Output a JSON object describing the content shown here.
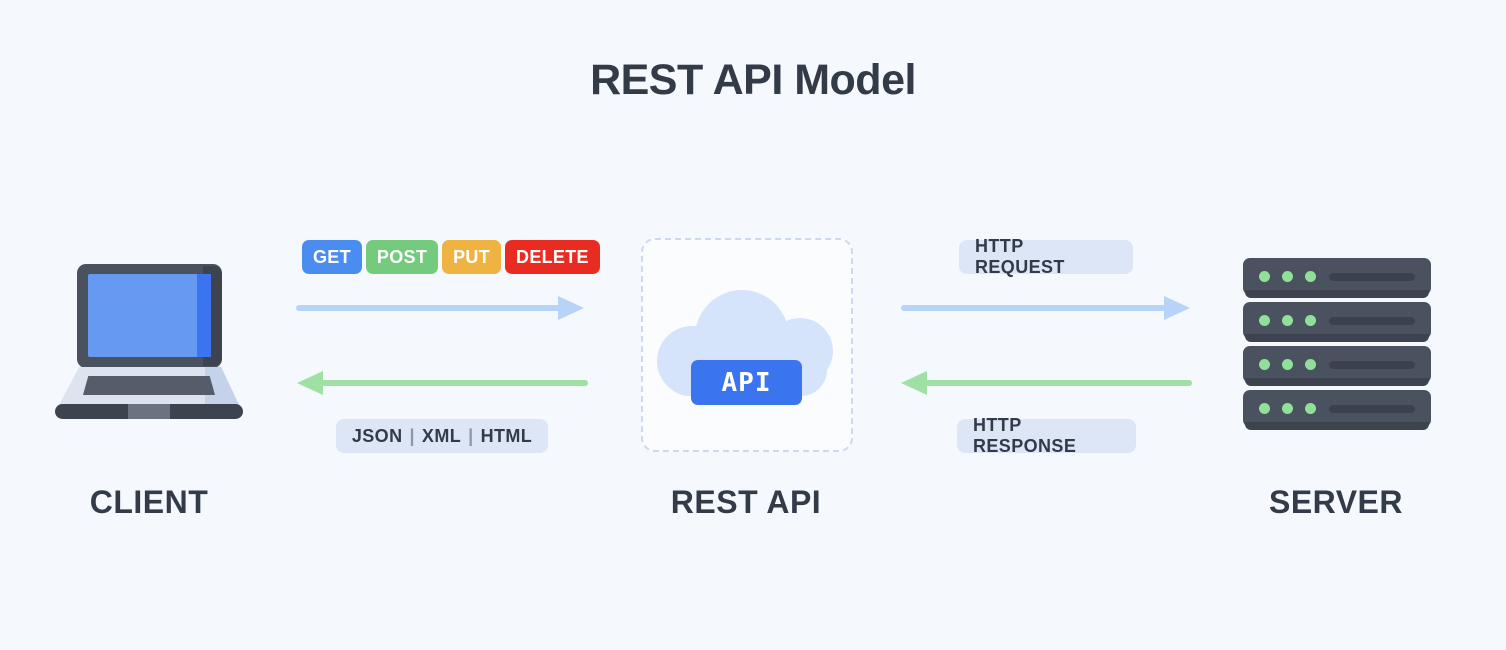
{
  "page": {
    "title": "REST API Model",
    "background_color": "#f5f8fd",
    "text_color": "#333a48"
  },
  "nodes": {
    "client": {
      "label": "CLIENT",
      "icon": "laptop-icon"
    },
    "rest_api": {
      "label": "REST API",
      "icon": "cloud-icon",
      "badge": "API",
      "badge_color": "#3b74ef"
    },
    "server": {
      "label": "SERVER",
      "icon": "server-rack-icon",
      "rack_count": 4,
      "dots_per_rack": 3,
      "dot_color": "#90e09a"
    }
  },
  "http_methods": [
    {
      "label": "GET",
      "color": "#4a8cf0"
    },
    {
      "label": "POST",
      "color": "#74cb7e"
    },
    {
      "label": "PUT",
      "color": "#efb342"
    },
    {
      "label": "DELETE",
      "color": "#e82c22"
    }
  ],
  "response_formats": {
    "items": [
      "JSON",
      "XML",
      "HTML"
    ],
    "separator": "|"
  },
  "labels": {
    "http_request": "HTTP REQUEST",
    "http_response": "HTTP RESPONSE"
  },
  "arrows": {
    "client_to_api": {
      "direction": "right",
      "color": "#b8d3f8"
    },
    "api_to_client": {
      "direction": "left",
      "color": "#9fe0a4"
    },
    "api_to_server": {
      "direction": "right",
      "color": "#b8d3f8"
    },
    "server_to_api": {
      "direction": "left",
      "color": "#9fe0a4"
    }
  }
}
